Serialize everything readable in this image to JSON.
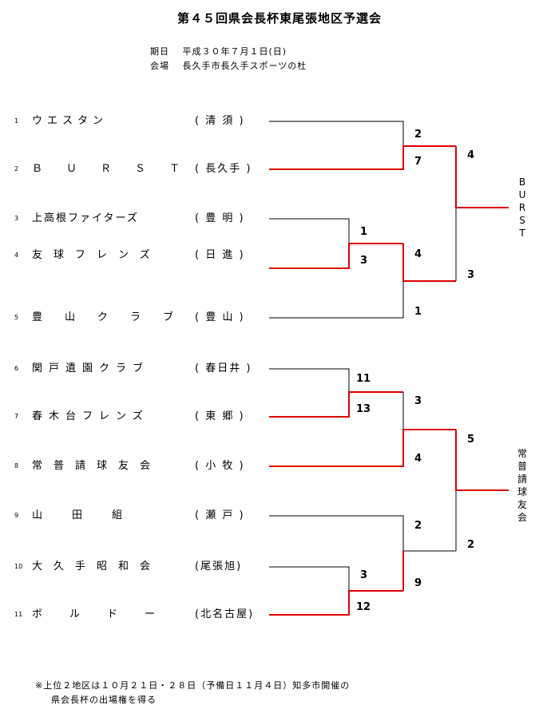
{
  "title": "第４５回県会長杯東尾張地区予選会",
  "date_line": "期日　 平成３０年７月１日(日)",
  "venue_line": "会場 　長久手市長久手スポーツの杜",
  "teams": [
    {
      "num": "1",
      "name": "ウエスタン",
      "region": "( 清 須 )"
    },
    {
      "num": "2",
      "name": "ＢＵＲＳＴ",
      "region": "( 長久手 )"
    },
    {
      "num": "3",
      "name": "上高根ファイターズ",
      "region": "( 豊 明 )"
    },
    {
      "num": "4",
      "name": "友球フレンズ",
      "region": "( 日 進 )"
    },
    {
      "num": "5",
      "name": "豊山クラブ",
      "region": "( 豊 山 )"
    },
    {
      "num": "6",
      "name": "関戸遺園クラブ",
      "region": "( 春日井 )"
    },
    {
      "num": "7",
      "name": "春木台フレンズ",
      "region": "( 東 郷 )"
    },
    {
      "num": "8",
      "name": "常普請球友会",
      "region": "( 小 牧 )"
    },
    {
      "num": "9",
      "name": "山　田　組",
      "region": "( 瀬 戸 )"
    },
    {
      "num": "10",
      "name": "大久手昭和会",
      "region": "(尾張旭)"
    },
    {
      "num": "11",
      "name": "ボルドー",
      "region": "(北名古屋)"
    }
  ],
  "scores": {
    "r1_1v2_top": "2",
    "r1_1v2_bottom": "7",
    "r1_3v4_top": "1",
    "r1_3v4_bottom": "3",
    "r2_4v5_top": "4",
    "r2_4v5_bottom": "1",
    "sf_top_top": "4",
    "sf_top_bottom": "3",
    "r1_6v7_top": "11",
    "r1_6v7_bottom": "13",
    "r2_7v8_top": "3",
    "r2_7v8_bottom": "4",
    "r1_10v11_top": "3",
    "r1_10v11_bottom": "12",
    "r2_9v11_top": "2",
    "r2_9v11_bottom": "9",
    "sf_bottom_top": "5",
    "sf_bottom_bottom": "2"
  },
  "winners": {
    "block1": "BURST",
    "block2": "常普請球友会"
  },
  "note_line1": "※上位２地区は１０月２１日・２８日（予備日１１月４日）知多市開催の",
  "note_line2": "県会長杯の出場権を得る",
  "colors": {
    "win": "#e00000",
    "line": "#000000"
  }
}
